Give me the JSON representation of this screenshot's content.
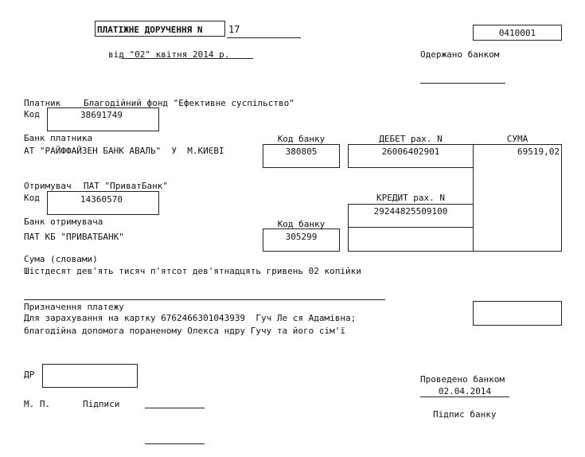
{
  "doc": {
    "title": "ПЛАТІЖНЕ ДОРУЧЕННЯ N",
    "number": "17",
    "form_code": "0410001",
    "date_line": "від \"02\" квітня 2014 р.",
    "received_by_bank": "Одержано банком"
  },
  "payer": {
    "label": "Платник",
    "name": "Благодійний фонд \"Ефективне суспільство\"",
    "code_label": "Код",
    "code": "38691749",
    "bank_label": "Банк платника",
    "bank_name": "АТ \"РАЙФФАЙЗЕН БАНК АВАЛЬ\"  У  М.КИЄВІ",
    "bank_code_label": "Код банку",
    "bank_code": "380805",
    "debit_label": "ДЕБЕТ рах. N",
    "debit_account": "26006402901",
    "amount_label": "СУМА",
    "amount": "69519,02"
  },
  "recipient": {
    "label": "Отримувач",
    "name": "ПАТ \"ПриватБанк\"",
    "code_label": "Код",
    "code": "14360570",
    "credit_label": "КРЕДИТ рах. N",
    "credit_account": "29244825509100",
    "bank_label": "Банк отримувача",
    "bank_name": "ПАТ КБ \"ПРИВАТБАНК\"",
    "bank_code_label": "Код банку",
    "bank_code": "305299"
  },
  "sum_words": {
    "label": "Сума (словами)",
    "text": "Шістдесят дев'ять тисяч п'ятсот дев'ятнадцять гривень 02 копійки"
  },
  "purpose": {
    "label": "Призначення платежу",
    "line1": "Для зарахування на картку 6762466301043939  Гуч Ле ся Адамівна;",
    "line2": "благодійна допомога пораненому Олекса ндру Гучу та його сім'ї"
  },
  "footer": {
    "dr_label": "ДР",
    "mp_label": "М. П.",
    "signatures_label": "Підписи",
    "processed_label": "Проведено банком",
    "processed_date": "02.04.2014",
    "bank_signature_label": "Підпис банку"
  }
}
